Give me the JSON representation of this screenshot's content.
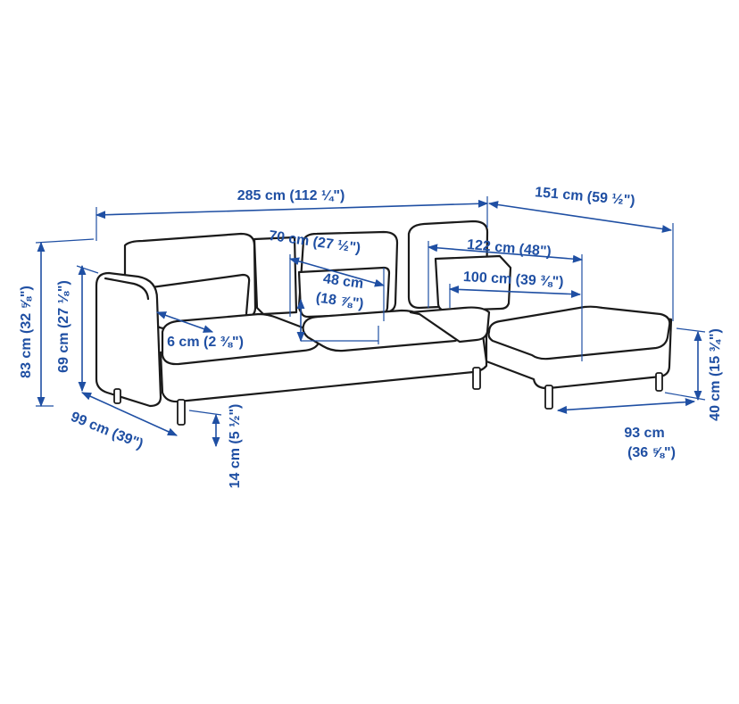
{
  "colors": {
    "dimension": "#1f4fa3",
    "outline": "#1a1a1a",
    "background": "#ffffff"
  },
  "dimensions": {
    "total_width": "285 cm (112 ¼\")",
    "chaise_depth": "151 cm (59 ½\")",
    "seat_width_70": "70 cm (27 ½\")",
    "seat_depth_48_cm": "48 cm",
    "seat_depth_48_in": "(18 ⅞\")",
    "chaise_seat_length_122": "122 cm (48\")",
    "chaise_seat_length_100": "100 cm (39 ⅜\")",
    "armrest_width": "6 cm (2 ⅜\")",
    "total_height": "83 cm (32 ⅝\")",
    "back_height": "69 cm (27 ⅛\")",
    "sofa_depth": "99 cm (39\")",
    "leg_height": "14 cm (5 ½\")",
    "seat_height": "40 cm (15 ¾\")",
    "chaise_width_cm": "93 cm",
    "chaise_width_in": "(36 ⅝\")"
  }
}
